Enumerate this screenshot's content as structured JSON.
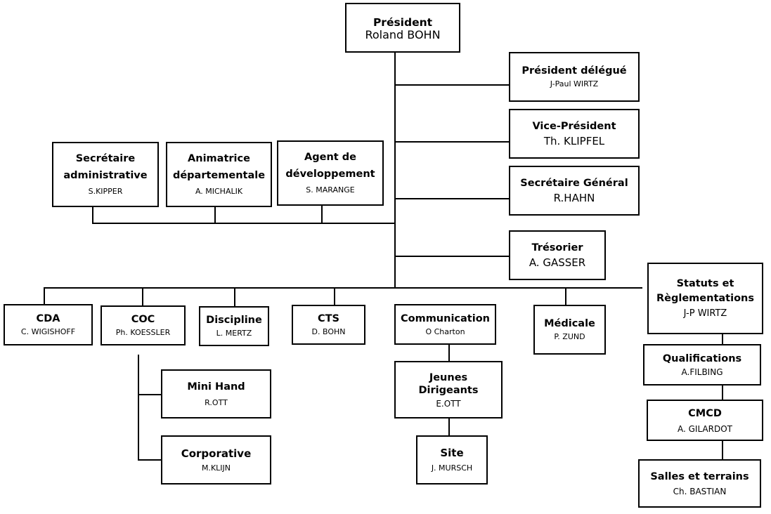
{
  "president": {
    "title": "Président",
    "name": "Roland BOHN"
  },
  "right_column": [
    {
      "title": "Président délégué",
      "name": "J-Paul WIRTZ"
    },
    {
      "title": "Vice-Président",
      "name": "Th. KLIPFEL"
    },
    {
      "title": "Secrétaire Général",
      "name": "R.HAHN"
    },
    {
      "title": "Trésorier",
      "name": "A. GASSER"
    }
  ],
  "staff": [
    {
      "title_line1": "Secrétaire",
      "title_line2": "administrative",
      "name": "S.KIPPER"
    },
    {
      "title_line1": "Animatrice",
      "title_line2": "départementale",
      "name": "A. MICHALIK"
    },
    {
      "title_line1": "Agent de",
      "title_line2": "développement",
      "name": "S. MARANGE"
    }
  ],
  "commissions": [
    {
      "title": "CDA",
      "name": "C. WIGISHOFF"
    },
    {
      "title": "COC",
      "name": "Ph. KOESSLER"
    },
    {
      "title": "Discipline",
      "name": "L. MERTZ"
    },
    {
      "title": "CTS",
      "name": "D. BOHN"
    },
    {
      "title": "Communication",
      "name": "O Charton"
    },
    {
      "title": "Médicale",
      "name": "P. ZUND"
    }
  ],
  "statuts": {
    "title_line1": "Statuts et",
    "title_line2": "Règlementations",
    "name": "J-P WIRTZ"
  },
  "coc_sub": [
    {
      "title": "Mini Hand",
      "name": "R.OTT"
    },
    {
      "title": "Corporative",
      "name": "M.KLIJN"
    }
  ],
  "communication_sub": [
    {
      "title_line1": "Jeunes",
      "title_line2": "Dirigeants",
      "name": "E.OTT"
    },
    {
      "title": "Site",
      "name": "J. MURSCH"
    }
  ],
  "statuts_sub": [
    {
      "title": "Qualifications",
      "name": "A.FILBING"
    },
    {
      "title": "CMCD",
      "name": "A. GILARDOT"
    },
    {
      "title": "Salles et terrains",
      "name": "Ch. BASTIAN"
    }
  ]
}
